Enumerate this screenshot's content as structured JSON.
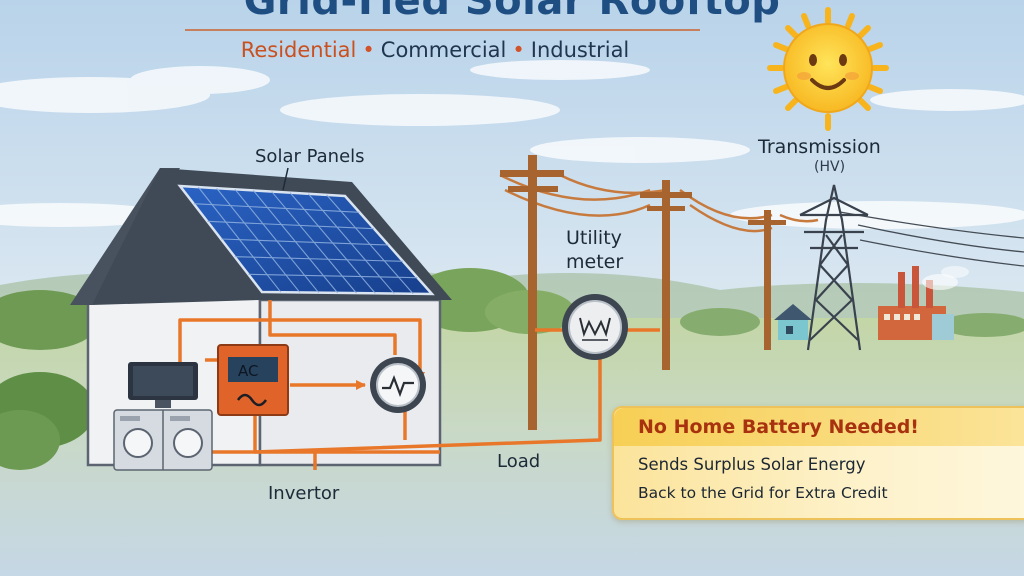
{
  "header": {
    "title": "Grid-Tied Solar Rooftop",
    "subtitle_items": [
      "Residential",
      "Commercial",
      "Industrial"
    ],
    "separator": "•"
  },
  "labels": {
    "solar_panels": "Solar Panels",
    "transmission": "Transmission",
    "hv": "(HV)",
    "utility_meter_line1": "Utility",
    "utility_meter_line2": "meter",
    "load": "Load",
    "inverter": "Invertor",
    "ac": "AC"
  },
  "callout": {
    "headline": "No Home Battery Needed!",
    "line1": "Sends Surplus Solar Energy",
    "line2": "Back to the Grid for Extra Credit"
  },
  "colors": {
    "wire": "#e9772a",
    "panel": "#1f4fa3",
    "roof": "#46505c",
    "inverter_box": "#e0632a",
    "sun": "#fbcf2c",
    "pole": "#a8642e",
    "factory": "#d2663c"
  },
  "icons": {
    "sun": "smiling-sun-icon",
    "meter": "wave-meter-icon",
    "tower": "transmission-tower-icon"
  }
}
